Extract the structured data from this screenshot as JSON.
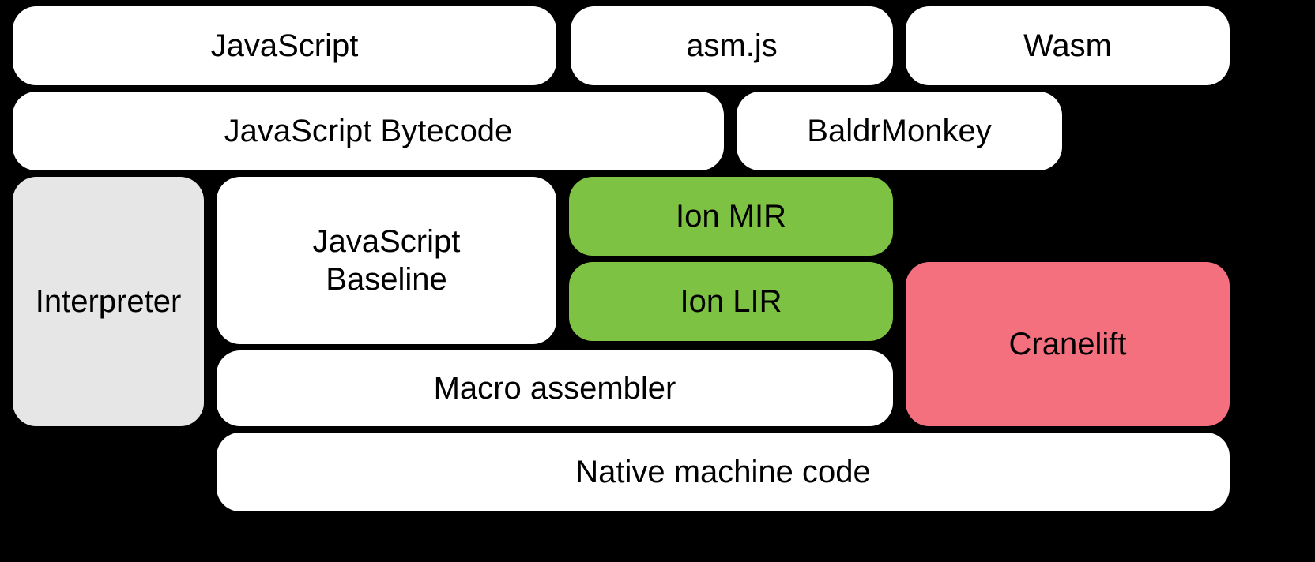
{
  "colors": {
    "background": "#000000",
    "block_white": "#ffffff",
    "block_gray": "#e6e6e6",
    "block_green": "#7dc242",
    "block_pink": "#f4707e",
    "text": "#000000"
  },
  "blocks": [
    {
      "id": "javascript",
      "label": "JavaScript",
      "color": "white"
    },
    {
      "id": "asmjs",
      "label": "asm.js",
      "color": "white"
    },
    {
      "id": "wasm",
      "label": "Wasm",
      "color": "white"
    },
    {
      "id": "javascript-bytecode",
      "label": "JavaScript Bytecode",
      "color": "white"
    },
    {
      "id": "baldrmonkey",
      "label": "BaldrMonkey",
      "color": "white"
    },
    {
      "id": "interpreter",
      "label": "Interpreter",
      "color": "gray"
    },
    {
      "id": "javascript-baseline",
      "label": "JavaScript\nBaseline",
      "color": "white"
    },
    {
      "id": "ion-mir",
      "label": "Ion MIR",
      "color": "green"
    },
    {
      "id": "ion-lir",
      "label": "Ion LIR",
      "color": "green"
    },
    {
      "id": "cranelift",
      "label": "Cranelift",
      "color": "pink"
    },
    {
      "id": "macro-assembler",
      "label": "Macro assembler",
      "color": "white"
    },
    {
      "id": "native-machine-code",
      "label": "Native machine code",
      "color": "white"
    }
  ]
}
